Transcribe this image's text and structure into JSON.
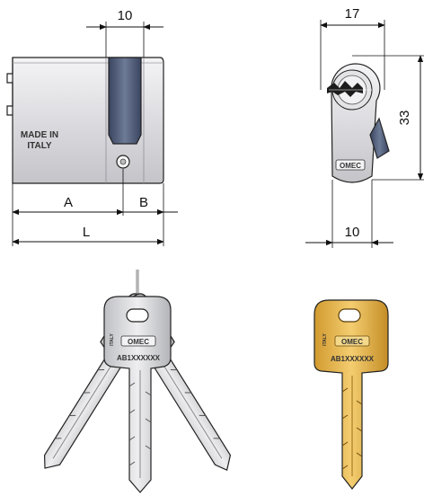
{
  "dimensions": {
    "top_width": "10",
    "front_width": "17",
    "front_height": "33",
    "front_bottom": "10",
    "part_a": "A",
    "part_b": "B",
    "length": "L"
  },
  "engraving": {
    "origin_line1": "MADE IN",
    "origin_line2": "ITALY",
    "brand": "OMEC",
    "key_code": "AB1XXXXXX"
  },
  "colors": {
    "metal_light": "#e8e8ea",
    "metal_mid": "#c9c9cd",
    "metal_dark": "#9a9aa0",
    "cam": "#4a5670",
    "brass_light": "#f2c867",
    "brass_mid": "#e0a93a",
    "brass_dark": "#b07d1e"
  }
}
